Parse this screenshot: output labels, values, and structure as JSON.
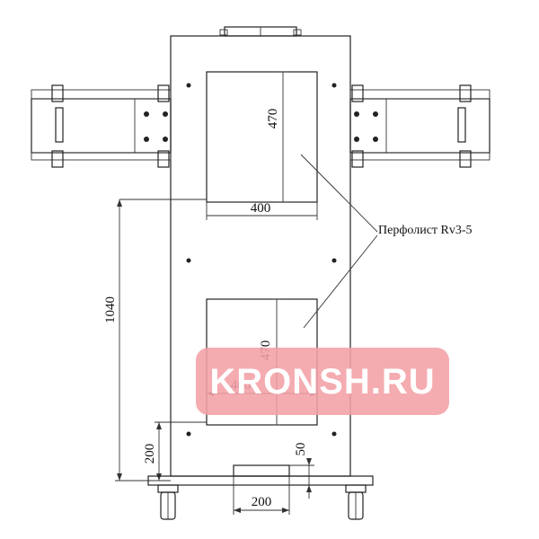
{
  "dimensions": {
    "top_height": "470",
    "top_width": "400",
    "bottom_height": "470",
    "bottom_width": "400",
    "total_height": "1040",
    "base_height": "200",
    "foot_gap": "50",
    "foot_width": "200"
  },
  "callout_label": "Перфолист Rv3-5",
  "watermark": "KRONSH.RU",
  "colors": {
    "line": "#222222",
    "watermark_bg": "#f2a0a6",
    "watermark_text": "#ffffff"
  }
}
